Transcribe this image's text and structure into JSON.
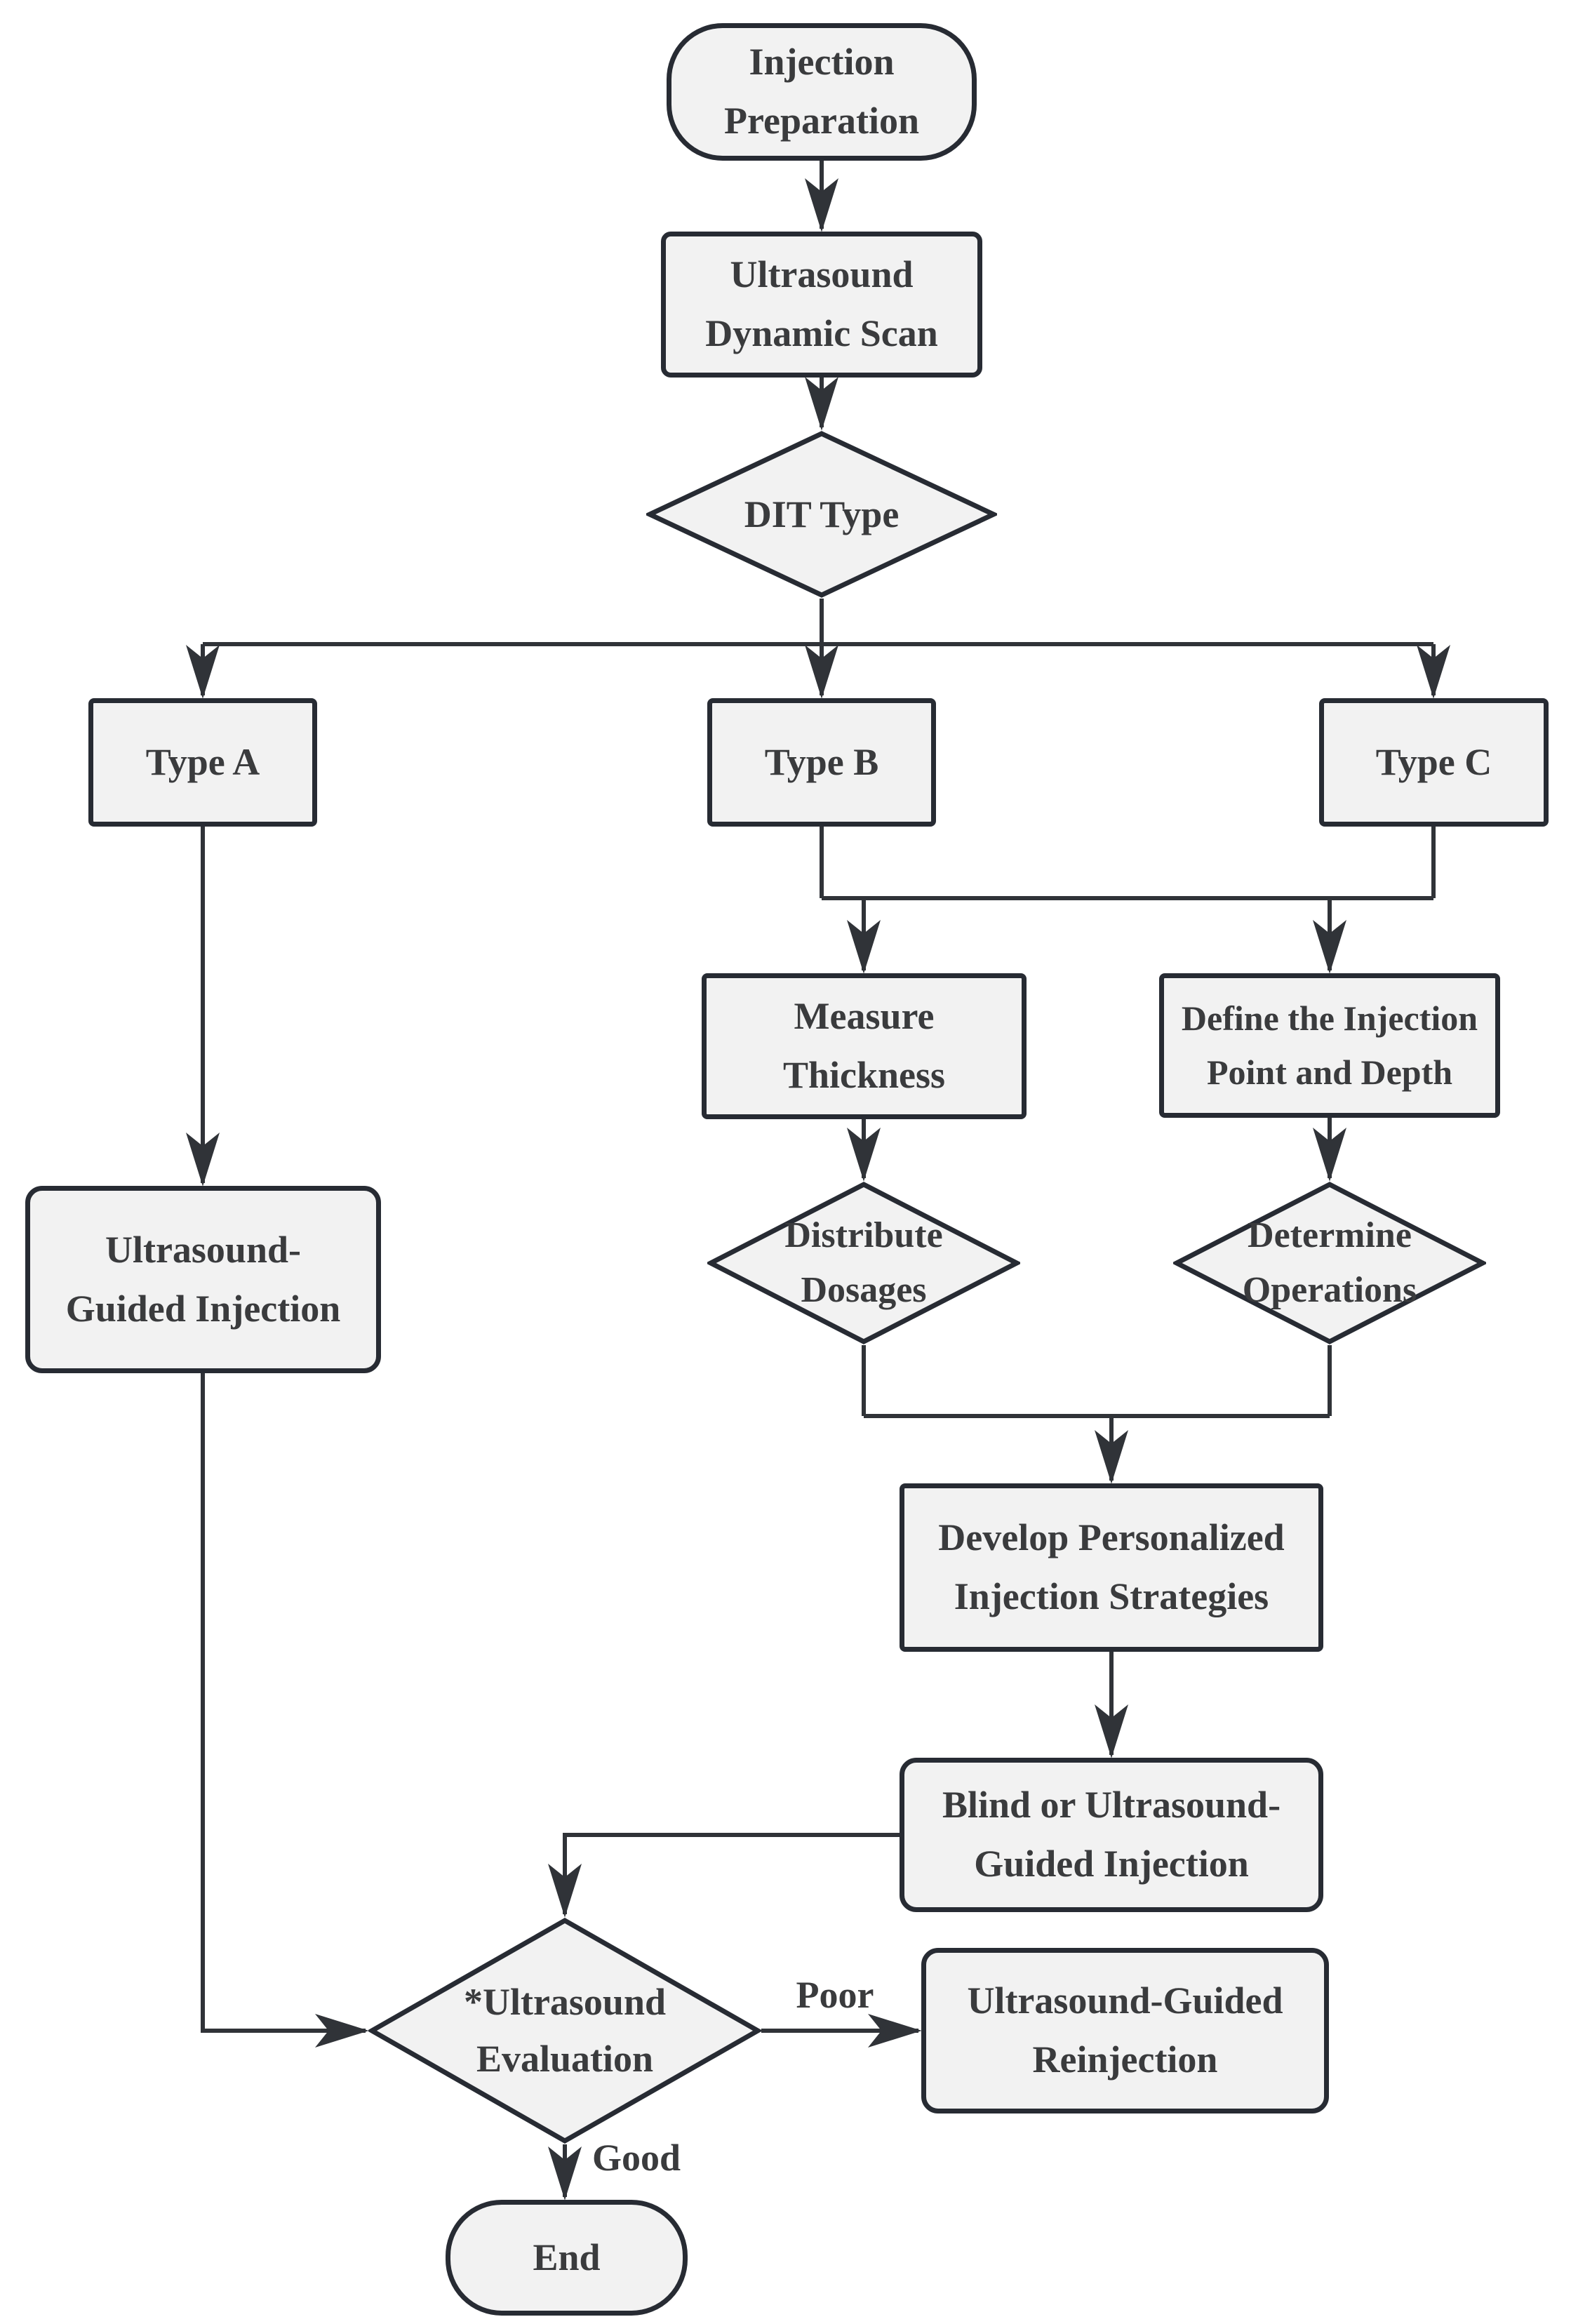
{
  "diagram": {
    "type": "flowchart",
    "colors": {
      "node_fill": "#f2f2f2",
      "node_border": "#272b33",
      "connector": "#303338",
      "text": "#3a3b3d"
    },
    "nodes": {
      "start": {
        "label": "Injection\nPreparation",
        "shape": "terminator"
      },
      "scan": {
        "label": "Ultrasound\nDynamic Scan",
        "shape": "process"
      },
      "dit_type": {
        "label": "DIT Type",
        "shape": "decision"
      },
      "type_a": {
        "label": "Type A",
        "shape": "process"
      },
      "type_b": {
        "label": "Type B",
        "shape": "process"
      },
      "type_c": {
        "label": "Type C",
        "shape": "process"
      },
      "measure": {
        "label": "Measure\nThickness",
        "shape": "process"
      },
      "define": {
        "label": "Define the Injection\nPoint and Depth",
        "shape": "process"
      },
      "distribute": {
        "label": "Distribute\nDosages",
        "shape": "decision"
      },
      "determine": {
        "label": "Determine\nOperations",
        "shape": "decision"
      },
      "usgi": {
        "label": "Ultrasound-\nGuided Injection",
        "shape": "rounded"
      },
      "develop": {
        "label": "Develop Personalized\nInjection Strategies",
        "shape": "process"
      },
      "blind": {
        "label": "Blind or Ultrasound-\nGuided Injection",
        "shape": "rounded"
      },
      "evaluation": {
        "label": "*Ultrasound\nEvaluation",
        "shape": "decision"
      },
      "reinjection": {
        "label": "Ultrasound-Guided\nReinjection",
        "shape": "rounded"
      },
      "end": {
        "label": "End",
        "shape": "terminator"
      }
    },
    "edge_labels": {
      "poor": "Poor",
      "good": "Good"
    }
  }
}
